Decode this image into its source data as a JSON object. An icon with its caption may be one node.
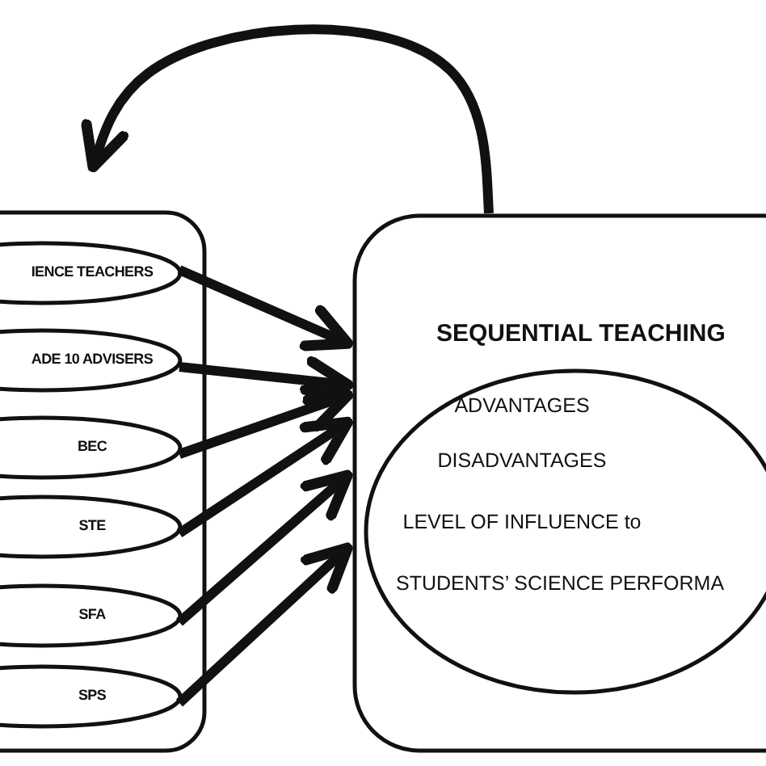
{
  "diagram": {
    "nodes": [
      {
        "text": [],
        "shape": "box"
      },
      {
        "text": [
          "IENCE TEACHERS"
        ],
        "in": 0
      },
      {
        "text": [
          "ADE 10 ADVISERS"
        ],
        "in": 0
      },
      {
        "text": [
          "BEC"
        ],
        "in": 0
      },
      {
        "text": [
          "STE"
        ],
        "in": 0
      },
      {
        "text": [
          "SFA"
        ],
        "in": 0
      },
      {
        "text": [
          "SPS"
        ],
        "in": 0
      },
      {
        "text": [
          "SEQUENTIAL TEACHING"
        ]
      },
      {
        "text": [
          "ADVANTAGES",
          "DISADVANTAGES",
          "LEVEL OF INFLUENCE to",
          "STUDENTS’ SCIENCE PERFORMA"
        ],
        "in": 7
      }
    ],
    "edges": [
      {
        "from": 1,
        "to": 7,
        "arrow": "to"
      },
      {
        "from": 2,
        "to": 7,
        "arrow": "to"
      },
      {
        "from": 3,
        "to": 7,
        "arrow": "to"
      },
      {
        "from": 4,
        "to": 7,
        "arrow": "to"
      },
      {
        "from": 5,
        "to": 7,
        "arrow": "to"
      },
      {
        "from": 6,
        "to": 7,
        "arrow": "to"
      },
      {
        "from": 7,
        "to": 0,
        "arrow": "to"
      }
    ]
  }
}
